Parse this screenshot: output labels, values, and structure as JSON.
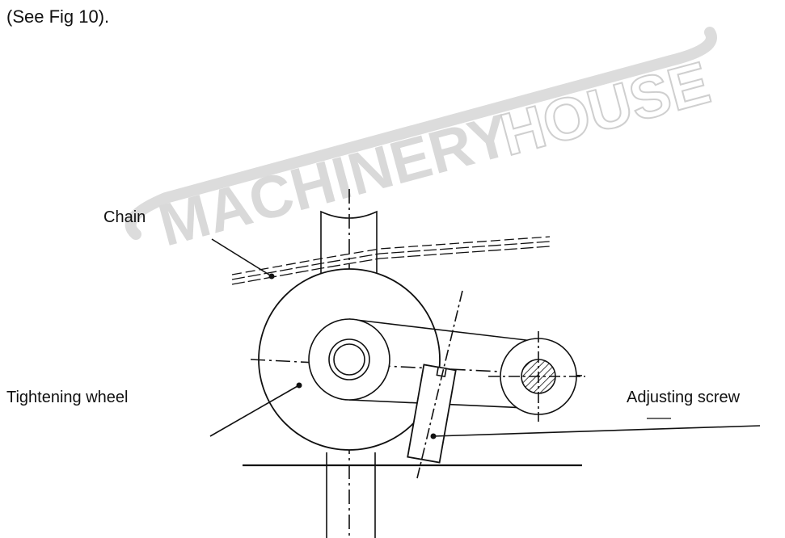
{
  "caption": "(See Fig 10).",
  "watermark": {
    "text_bold": "MACHINERY",
    "text_outline": "HOUSE",
    "color": "#d9d9d9"
  },
  "labels": {
    "chain": "Chain",
    "tightening_wheel": "Tightening wheel",
    "adjusting_screw": "Adjusting screw"
  },
  "colors": {
    "ink": "#111111",
    "background": "#ffffff"
  }
}
